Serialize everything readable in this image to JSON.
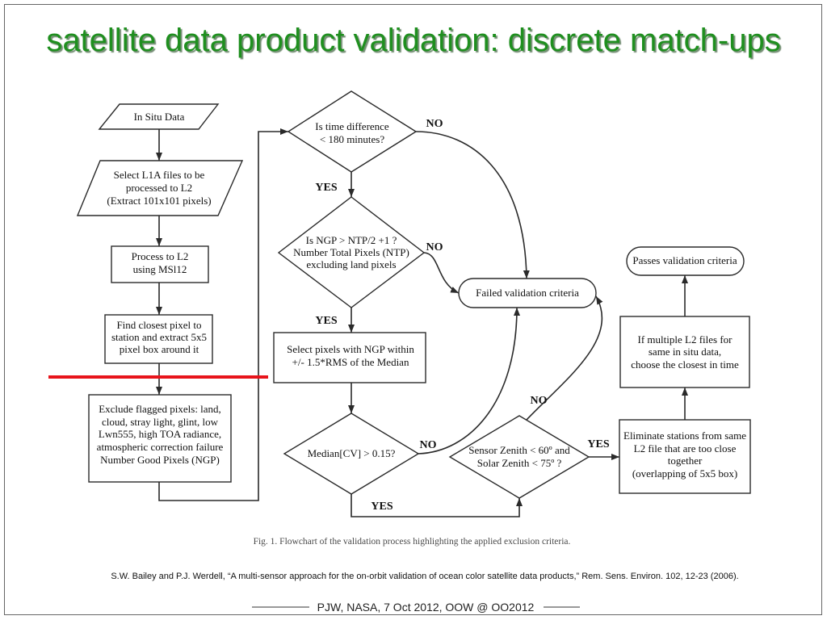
{
  "slide": {
    "title": "satellite data product validation: discrete match-ups",
    "title_color": "#1f8f1f",
    "highlight_color": "#e8141b"
  },
  "flowchart": {
    "in_situ_data": {
      "lines": [
        "In Situ Data"
      ]
    },
    "select_l1a": {
      "lines": [
        "Select L1A files to be",
        "processed to L2",
        "(Extract 101x101 pixels)"
      ]
    },
    "process_l2": {
      "lines": [
        "Process to L2",
        "using MSl12"
      ]
    },
    "find_closest_pixel": {
      "lines": [
        "Find closest pixel to",
        "station and extract 5x5",
        "pixel box around it"
      ]
    },
    "exclude_flagged": {
      "lines": [
        "Exclude flagged pixels: land,",
        "cloud, stray light, glint, low",
        "Lwn555, high TOA radiance,",
        "atmospheric correction failure",
        "Number Good Pixels (NGP)"
      ]
    },
    "time_difference": {
      "lines": [
        "Is time difference",
        "< 180 minutes?"
      ],
      "no_label": "NO",
      "yes_label": "YES"
    },
    "ngp_check": {
      "lines": [
        "Is NGP > NTP/2 +1 ?",
        "Number Total Pixels (NTP)",
        "excluding land pixels"
      ],
      "no_label": "NO",
      "yes_label": "YES"
    },
    "select_ngp": {
      "lines": [
        "Select pixels with NGP within",
        "+/- 1.5*RMS of the Median"
      ]
    },
    "median_cv": {
      "lines": [
        "Median[CV] > 0.15?"
      ],
      "no_label": "NO",
      "yes_label": "YES"
    },
    "failed": {
      "lines": [
        "Failed validation criteria"
      ]
    },
    "zenith_check": {
      "lines": [
        "Sensor Zenith < 60º and",
        "Solar Zenith < 75º ?"
      ],
      "no_label": "NO",
      "yes_label": "YES"
    },
    "eliminate_stations": {
      "lines": [
        "Eliminate stations from same",
        "L2 file that are too close",
        "together",
        "(overlapping of 5x5 box)"
      ]
    },
    "multiple_l2": {
      "lines": [
        "If multiple L2 files for",
        "same in situ data,",
        "choose the closest in time"
      ]
    },
    "passes": {
      "lines": [
        "Passes validation criteria"
      ]
    }
  },
  "figure_caption": "Fig. 1. Flowchart of the validation process highlighting the applied exclusion criteria.",
  "citation": "S.W. Bailey and P.J. Werdell, “A multi-sensor approach for the on-orbit validation of ocean color satellite data products,” Rem. Sens. Environ. 102, 12-23 (2006).",
  "footer": "PJW, NASA, 7 Oct 2012, OOW @ OO2012"
}
